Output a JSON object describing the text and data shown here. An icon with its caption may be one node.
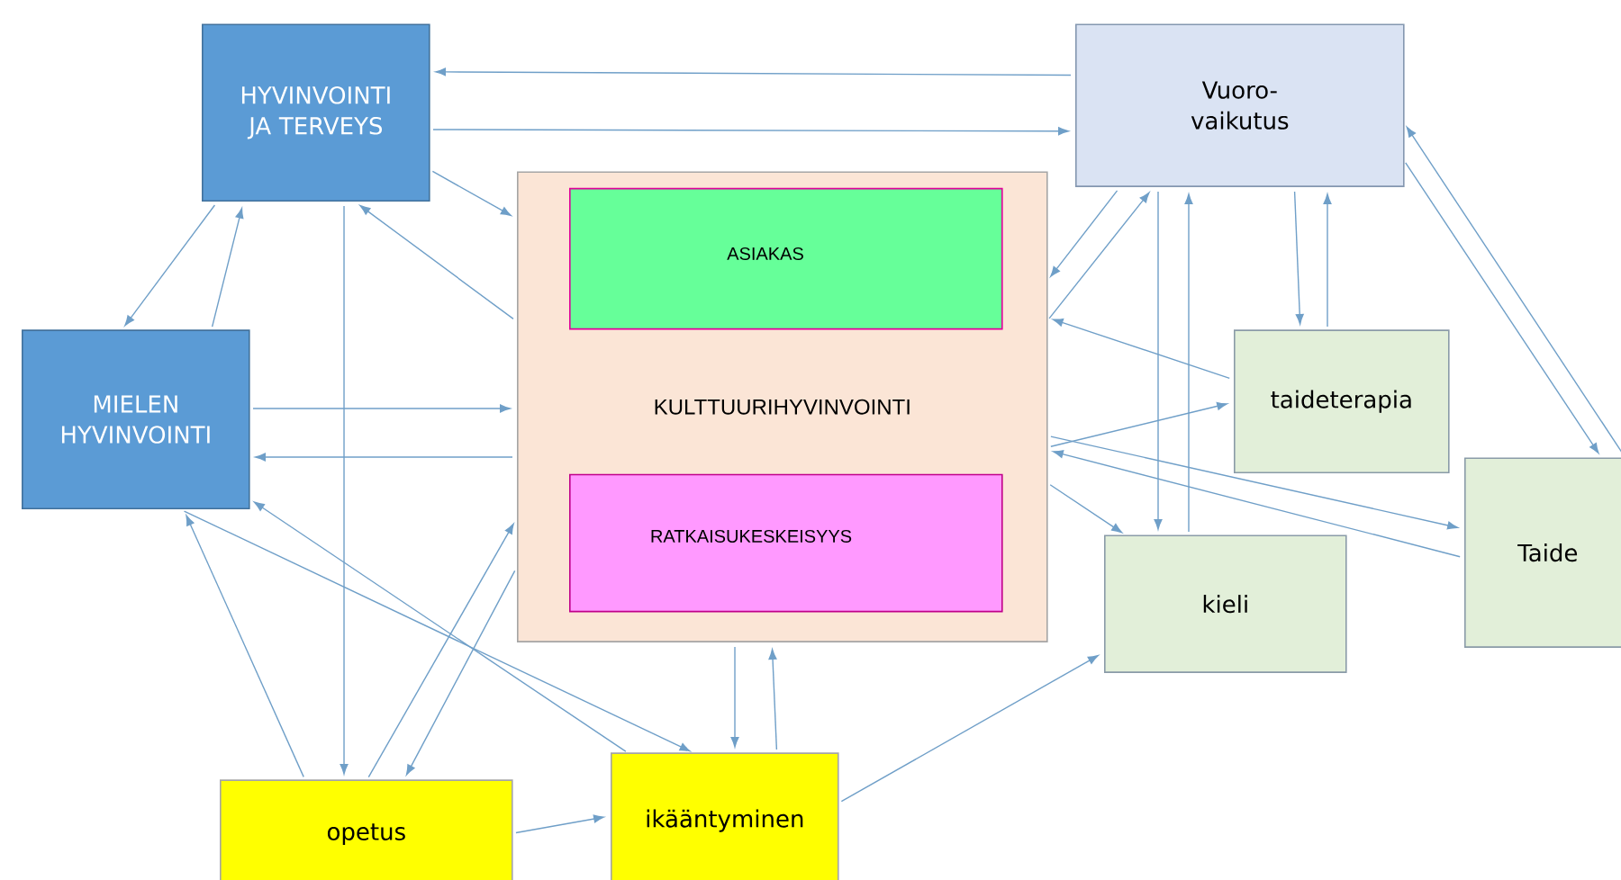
{
  "diagram": {
    "nodes": [
      {
        "text": [
          "HYVINVOINTI JA TERVEYS"
        ]
      },
      {
        "text": [
          "Vuoro- vaikutus"
        ]
      },
      {
        "text": [
          "KULTTUURIHYVINVOINTI"
        ]
      },
      {
        "text": [
          "ASIAKAS"
        ],
        "in": 2
      },
      {
        "text": [
          "RATKAISUKESKEISYYS"
        ],
        "in": 2
      },
      {
        "text": [
          "MIELEN HYVINVOINTI"
        ]
      },
      {
        "text": [
          "taideterapia"
        ]
      },
      {
        "text": [
          "kieli"
        ]
      },
      {
        "text": [
          "Taide"
        ]
      },
      {
        "text": [
          "opetus"
        ]
      },
      {
        "text": [
          "ikääntyminen"
        ]
      }
    ],
    "edges": [
      {
        "from": 1,
        "to": 0,
        "arrow": "to"
      },
      {
        "from": 0,
        "to": 1,
        "arrow": "to"
      },
      {
        "from": 0,
        "to": 2,
        "arrow": "to"
      },
      {
        "from": 2,
        "to": 0,
        "arrow": "to"
      },
      {
        "from": 0,
        "to": 5,
        "arrow": "to"
      },
      {
        "from": 5,
        "to": 0,
        "arrow": "to"
      },
      {
        "from": 0,
        "to": 9,
        "arrow": "to"
      },
      {
        "from": 5,
        "to": 2,
        "arrow": "to"
      },
      {
        "from": 2,
        "to": 5,
        "arrow": "to"
      },
      {
        "from": 5,
        "to": 10,
        "arrow": "to"
      },
      {
        "from": 10,
        "to": 5,
        "arrow": "to"
      },
      {
        "from": 9,
        "to": 5,
        "arrow": "to"
      },
      {
        "from": 9,
        "to": 2,
        "arrow": "to"
      },
      {
        "from": 2,
        "to": 9,
        "arrow": "to"
      },
      {
        "from": 9,
        "to": 10,
        "arrow": "to"
      },
      {
        "from": 2,
        "to": 10,
        "arrow": "to"
      },
      {
        "from": 10,
        "to": 2,
        "arrow": "to"
      },
      {
        "from": 10,
        "to": 7,
        "arrow": "to"
      },
      {
        "from": 2,
        "to": 1,
        "arrow": "to"
      },
      {
        "from": 1,
        "to": 2,
        "arrow": "to"
      },
      {
        "from": 1,
        "to": 7,
        "arrow": "to"
      },
      {
        "from": 7,
        "to": 1,
        "arrow": "to"
      },
      {
        "from": 1,
        "to": 6,
        "arrow": "to"
      },
      {
        "from": 6,
        "to": 1,
        "arrow": "to"
      },
      {
        "from": 6,
        "to": 2,
        "arrow": "to"
      },
      {
        "from": 2,
        "to": 6,
        "arrow": "to"
      },
      {
        "from": 2,
        "to": 8,
        "arrow": "to"
      },
      {
        "from": 8,
        "to": 2,
        "arrow": "to"
      },
      {
        "from": 2,
        "to": 7,
        "arrow": "to"
      },
      {
        "from": 1,
        "to": 8,
        "arrow": "to"
      },
      {
        "from": 8,
        "to": 1,
        "arrow": "to"
      }
    ]
  }
}
